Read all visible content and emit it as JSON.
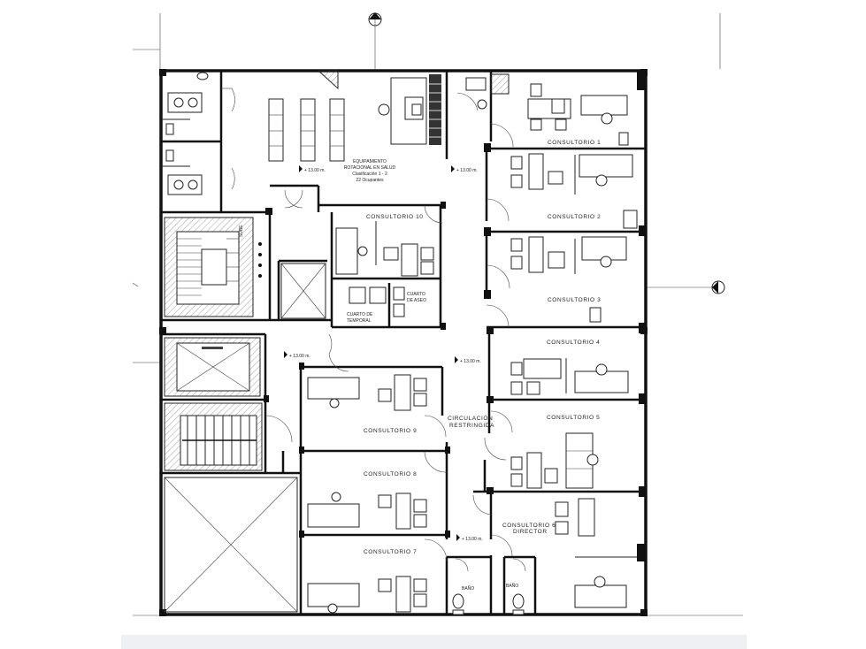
{
  "rooms": {
    "waiting": [
      "EQUIPAMIENTO",
      "ROTACIONAL EN SALUD",
      "Clasificación 1 - 2",
      "22 Ocupantes"
    ],
    "c1": "CONSULTORIO 1",
    "c2": "CONSULTORIO 2",
    "c3": "CONSULTORIO 3",
    "c4": "CONSULTORIO 4",
    "c5": "CONSULTORIO 5",
    "c6": [
      "CONSULTORIO 6",
      "DIRECTOR"
    ],
    "c7": "CONSULTORIO 7",
    "c8": "CONSULTORIO 8",
    "c9": "CONSULTORIO 9",
    "c10": "CONSULTORIO 10",
    "cleaning": [
      "CUARTO",
      "DE ASEO"
    ],
    "residue": [
      "CUARTO DE",
      "TEMPORAL"
    ],
    "circulation": [
      "CIRCULACIÓN",
      "RESTRINGIDA"
    ],
    "bath_left": "BAÑO",
    "bath_right": "BAÑO",
    "stair_up": "SUBE"
  },
  "levels": {
    "l1": "+ 13.00 m.",
    "l2": "+ 13.00 m.",
    "l3": "+ 13.00 m.",
    "l4": "+ 13.00 m.",
    "l5": "+ 13.00 m."
  }
}
